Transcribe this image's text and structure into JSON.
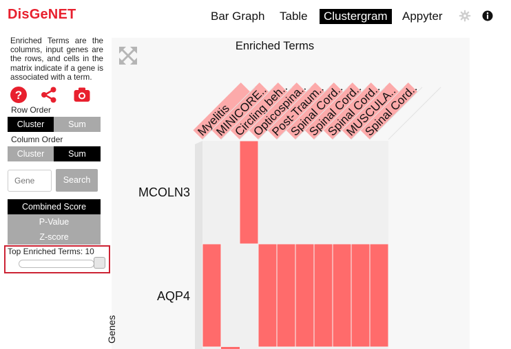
{
  "brand": "DisGeNET",
  "nav": [
    {
      "label": "Bar Graph",
      "active": false
    },
    {
      "label": "Table",
      "active": false
    },
    {
      "label": "Clustergram",
      "active": true
    },
    {
      "label": "Appyter",
      "active": false
    }
  ],
  "sidebar": {
    "description": "Enriched Terms are the columns, input genes are the rows, and cells in the matrix indicate if a gene is associated with a term.",
    "icons": [
      "help-icon",
      "share-icon",
      "camera-icon"
    ],
    "row_order": {
      "label": "Row Order",
      "options": [
        "Cluster",
        "Sum"
      ],
      "selected": "Cluster"
    },
    "column_order": {
      "label": "Column Order",
      "options": [
        "Cluster",
        "Sum"
      ],
      "selected": "Sum"
    },
    "gene_search": {
      "placeholder": "Gene",
      "value": "",
      "button": "Search"
    },
    "scores": [
      {
        "label": "Combined Score",
        "selected": true
      },
      {
        "label": "P-Value",
        "selected": false
      },
      {
        "label": "Z-score",
        "selected": false
      }
    ],
    "top_terms": {
      "label": "Top Enriched Terms: 10",
      "value": 10,
      "fill_fraction": 1.0
    }
  },
  "clustergram": {
    "title": "Enriched Terms",
    "axis_label": "Genes",
    "terms": [
      "Myelitis",
      "MINICORE..",
      "Circling beh..",
      "Opticospina..",
      "Post-Traum..",
      "Spinal Cord..",
      "Spinal Cord..",
      "Spinal Cord..",
      "MUSCULA..",
      "Spinal Cord.."
    ],
    "genes": [
      "MCOLN3",
      "AQP4"
    ],
    "matrix": [
      [
        0,
        0,
        1,
        0,
        0,
        0,
        0,
        0,
        0,
        0
      ],
      [
        1,
        0,
        0,
        1,
        1,
        1,
        1,
        1,
        1,
        1
      ]
    ],
    "colors": {
      "on": "#ff6b6b",
      "off": "#f0f0f0",
      "label_bg": "#fcaaaa",
      "accent": "#e8202e"
    }
  }
}
